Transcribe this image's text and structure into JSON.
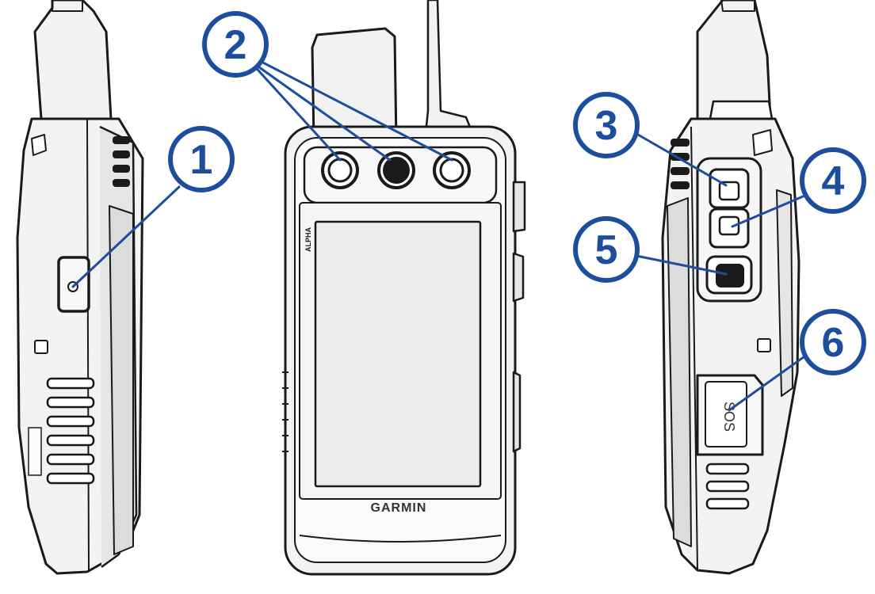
{
  "colors": {
    "callout": "#1d4e9e",
    "callout_fill": "#ffffff",
    "outline": "#1a1a1a",
    "device_body": "#f4f4f4",
    "device_shade": "#e4e4e4",
    "screen": "#ebebeb"
  },
  "callouts": [
    {
      "id": "1",
      "label": "1"
    },
    {
      "id": "2",
      "label": "2"
    },
    {
      "id": "3",
      "label": "3"
    },
    {
      "id": "4",
      "label": "4"
    },
    {
      "id": "5",
      "label": "5"
    },
    {
      "id": "6",
      "label": "6"
    }
  ],
  "device": {
    "brand": "GARMIN",
    "model_mark": "ALPHA",
    "sos_label": "SOS"
  },
  "icons": [
    "power-icon"
  ]
}
